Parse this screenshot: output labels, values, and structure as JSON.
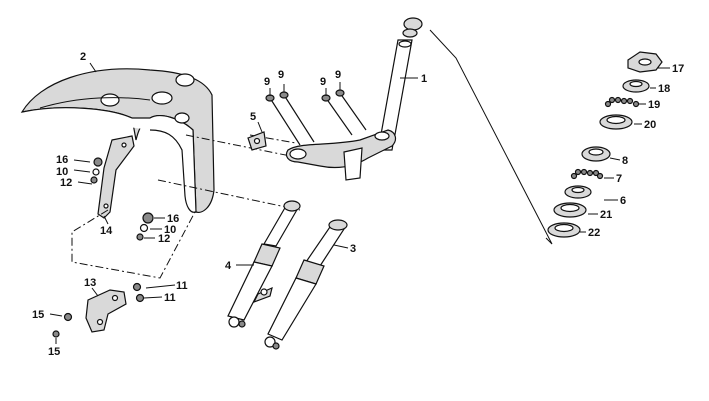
{
  "diagram": {
    "callouts": [
      {
        "id": "c1",
        "text": "1"
      },
      {
        "id": "c2",
        "text": "2"
      },
      {
        "id": "c3",
        "text": "3"
      },
      {
        "id": "c4",
        "text": "4"
      },
      {
        "id": "c5",
        "text": "5"
      },
      {
        "id": "c6",
        "text": "6"
      },
      {
        "id": "c7",
        "text": "7"
      },
      {
        "id": "c8",
        "text": "8"
      },
      {
        "id": "c9a",
        "text": "9"
      },
      {
        "id": "c9b",
        "text": "9"
      },
      {
        "id": "c9c",
        "text": "9"
      },
      {
        "id": "c9d",
        "text": "9"
      },
      {
        "id": "c10a",
        "text": "10"
      },
      {
        "id": "c10b",
        "text": "10"
      },
      {
        "id": "c11a",
        "text": "11"
      },
      {
        "id": "c11b",
        "text": "11"
      },
      {
        "id": "c12a",
        "text": "12"
      },
      {
        "id": "c12b",
        "text": "12"
      },
      {
        "id": "c13",
        "text": "13"
      },
      {
        "id": "c14",
        "text": "14"
      },
      {
        "id": "c15a",
        "text": "15"
      },
      {
        "id": "c15b",
        "text": "15"
      },
      {
        "id": "c16a",
        "text": "16"
      },
      {
        "id": "c16b",
        "text": "16"
      },
      {
        "id": "c17",
        "text": "17"
      },
      {
        "id": "c18",
        "text": "18"
      },
      {
        "id": "c19",
        "text": "19"
      },
      {
        "id": "c20",
        "text": "20"
      },
      {
        "id": "c21",
        "text": "21"
      },
      {
        "id": "c22",
        "text": "22"
      }
    ]
  }
}
